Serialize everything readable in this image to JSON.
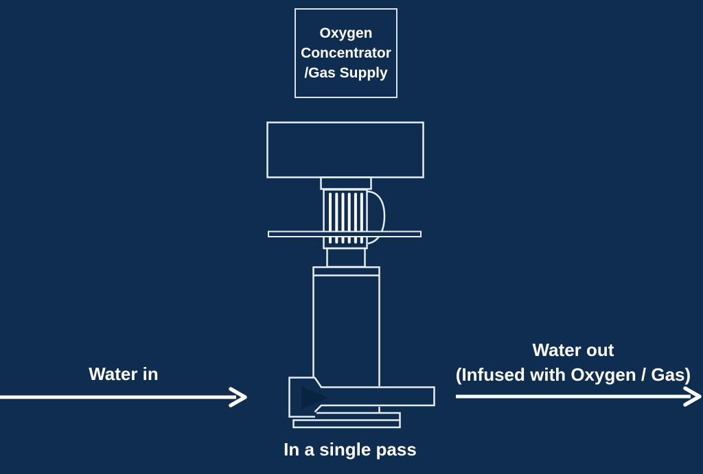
{
  "colors": {
    "background": "#0E2D4F",
    "line": "#E6EDF3",
    "fins": "#FFFFFF",
    "arrow": "#FFFFFF",
    "text": "#FFFFFF",
    "box_border": "#D9E4EC",
    "nozzle_fill": "#082441"
  },
  "supply_box": {
    "lines": [
      "Oxygen",
      "Concentrator",
      "/Gas Supply"
    ]
  },
  "flow": {
    "water_in": "Water in",
    "water_out_line1": "Water out",
    "water_out_line2": "(Infused with Oxygen / Gas)",
    "single_pass_note": "In a single pass"
  }
}
